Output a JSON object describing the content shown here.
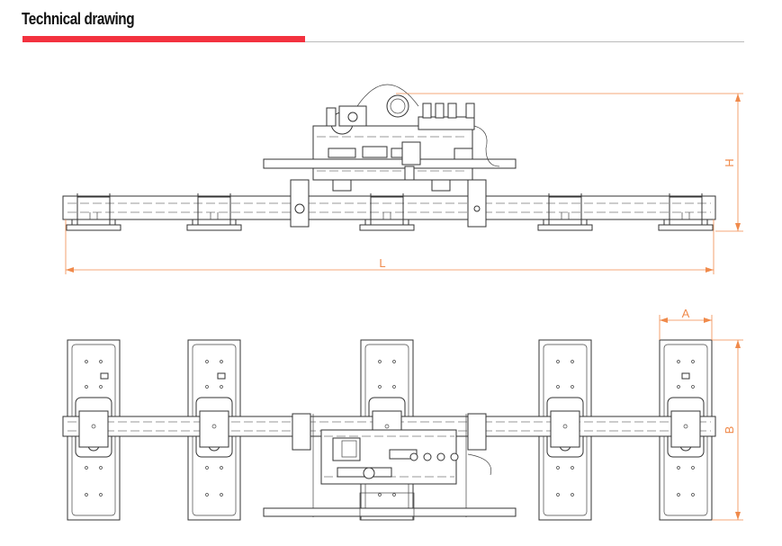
{
  "header": {
    "title": "Technical drawing"
  },
  "colors": {
    "accent": "#f3323f",
    "dimension": "#f08a4b",
    "line": "#333333"
  },
  "dimensions": {
    "height": "H",
    "length": "L",
    "width": "A",
    "breadth": "B"
  }
}
